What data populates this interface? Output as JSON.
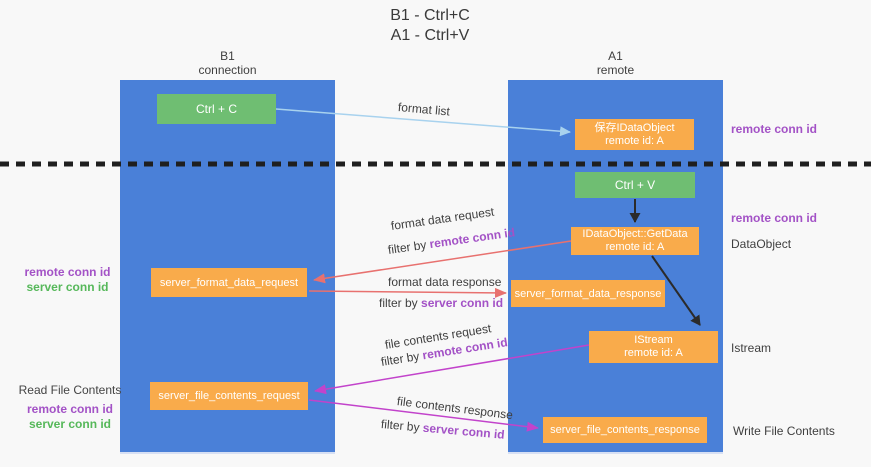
{
  "title": {
    "line1": "B1 - Ctrl+C",
    "line2": "A1 - Ctrl+V"
  },
  "lifelines": {
    "b1": {
      "name": "B1",
      "role": "connection"
    },
    "a1": {
      "name": "A1",
      "role": "remote"
    }
  },
  "boxes": {
    "ctrl_c": {
      "label": "Ctrl + C"
    },
    "ctrl_v": {
      "label": "Ctrl + V"
    },
    "save_dataobject": {
      "line1": "保存IDataObject",
      "line2": "remote id: A"
    },
    "idataobject_getdata": {
      "line1": "IDataObject::GetData",
      "line2": "remote id: A"
    },
    "istream": {
      "line1": "IStream",
      "line2": "remote id: A"
    },
    "server_format_data_request": {
      "label": "server_format_data_request"
    },
    "server_format_data_response": {
      "label": "server_format_data_response"
    },
    "server_file_contents_request": {
      "label": "server_file_contents_request"
    },
    "server_file_contents_response": {
      "label": "server_file_contents_response"
    }
  },
  "arrows": {
    "format_list": {
      "label": "format list"
    },
    "format_data_request": {
      "label": "format data request",
      "filter_prefix": "filter by ",
      "filter_key": "remote conn id"
    },
    "format_data_response": {
      "label": "format data response",
      "filter_prefix": "filter by ",
      "filter_key": "server conn id"
    },
    "file_contents_request": {
      "label": "file contents request",
      "filter_prefix": "filter by ",
      "filter_key": "remote conn id"
    },
    "file_contents_response": {
      "label": "file contents response",
      "filter_prefix": "filter by ",
      "filter_key": "server conn id"
    }
  },
  "side_labels": {
    "left_format": {
      "remote": "remote conn id",
      "server": "server conn id"
    },
    "left_file": {
      "title": "Read File Contents",
      "remote": "remote conn id",
      "server": "server conn id"
    },
    "right_top": "remote conn id",
    "right_mid": "remote conn id",
    "right_dataobject": "DataObject",
    "right_istream": "Istream",
    "right_write": "Write File Contents"
  },
  "colors": {
    "lifeline_blue": "#4a80d8",
    "box_green": "#6fbe72",
    "box_orange": "#f9ab4b",
    "arrow_red": "#e8716f",
    "arrow_magenta": "#c243cb",
    "arrow_lightblue": "#a8d2ee",
    "arrow_black": "#2b2b2b",
    "text_purple": "#a352c6",
    "text_green": "#56b85a",
    "text_dark": "#3f3f3f"
  }
}
